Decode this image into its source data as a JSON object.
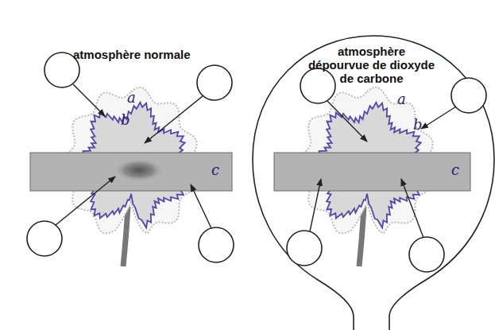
{
  "diagram": {
    "labels": [
      "atmosphère normale",
      "atmosphère dépourvue de dioxyde de carbone",
      "a",
      "b",
      "c",
      "a",
      "b",
      "c"
    ]
  }
}
